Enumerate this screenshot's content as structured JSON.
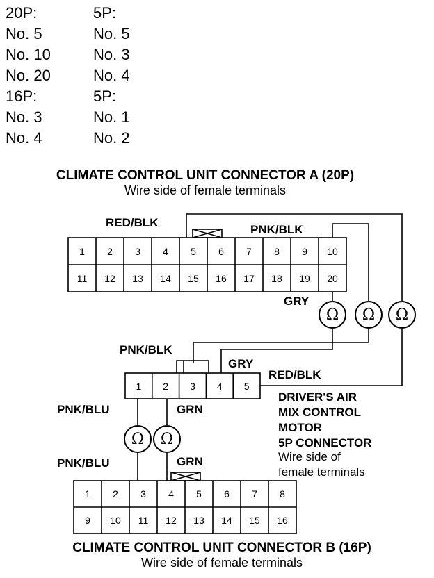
{
  "pin_pairs": [
    {
      "a": "20P:",
      "b": "5P:"
    },
    {
      "a": "No. 5",
      "b": "No. 5"
    },
    {
      "a": "No. 10",
      "b": "No. 3"
    },
    {
      "a": "No. 20",
      "b": "No. 4"
    },
    {
      "a": "16P:",
      "b": "5P:"
    },
    {
      "a": "No. 3",
      "b": "No. 1"
    },
    {
      "a": "No. 4",
      "b": "No. 2"
    }
  ],
  "connector_a": {
    "title": "CLIMATE CONTROL UNIT CONNECTOR A (20P)",
    "subtitle": "Wire side of female terminals",
    "row1": [
      "1",
      "2",
      "3",
      "4",
      "5",
      "6",
      "7",
      "8",
      "9",
      "10"
    ],
    "row2": [
      "11",
      "12",
      "13",
      "14",
      "15",
      "16",
      "17",
      "18",
      "19",
      "20"
    ]
  },
  "connector_motor": {
    "pins": [
      "1",
      "2",
      "3",
      "4",
      "5"
    ],
    "title_lines": [
      "DRIVER'S AIR",
      "MIX CONTROL",
      "MOTOR",
      "5P CONNECTOR"
    ],
    "subtitle_lines": [
      "Wire side of",
      "female terminals"
    ]
  },
  "connector_b": {
    "title": "CLIMATE CONTROL UNIT CONNECTOR B (16P)",
    "subtitle": "Wire side of female terminals",
    "row1": [
      "1",
      "2",
      "3",
      "4",
      "5",
      "6",
      "7",
      "8"
    ],
    "row2": [
      "9",
      "10",
      "11",
      "12",
      "13",
      "14",
      "15",
      "16"
    ]
  },
  "wire_labels": {
    "red_blk_top": "RED/BLK",
    "pnk_blk_top": "PNK/BLK",
    "gry_top": "GRY",
    "pnk_blk_mid": "PNK/BLK",
    "gry_mid": "GRY",
    "red_blk_mid": "RED/BLK",
    "pnk_blu_upper": "PNK/BLU",
    "grn_upper": "GRN",
    "pnk_blu_lower": "PNK/BLU",
    "grn_lower": "GRN"
  },
  "ohmmeter_symbol": "Ω"
}
